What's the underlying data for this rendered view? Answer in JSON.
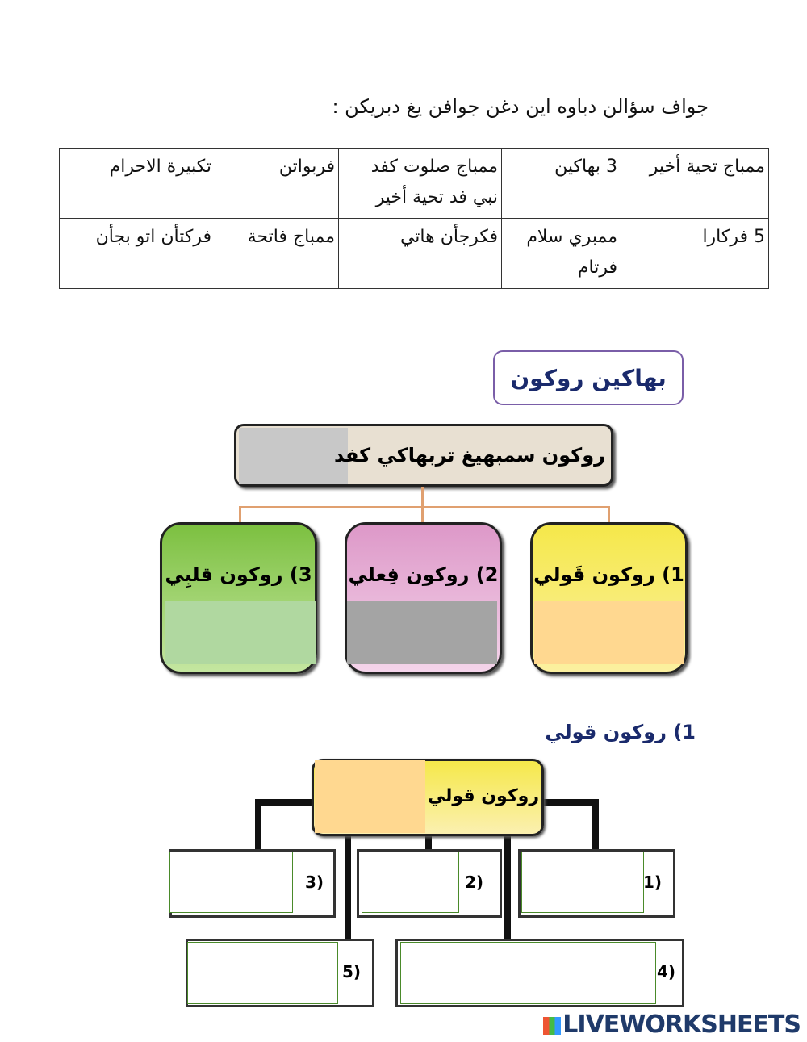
{
  "instruction": "جواف سؤالن دباوه اين دغن جوافن يغ دبريكن :",
  "table": {
    "rows": [
      [
        "ممباج تحية أخير",
        "3 بهاكين",
        "ممباج صلوت كفد نبي فد تحية أخير",
        "فربواتن",
        "تكبيرة الاحرام"
      ],
      [
        "5 فركارا",
        "ممبري سلام فرتام",
        "فكرجأن هاتي",
        "ممباج فاتحة",
        "فركتأن اتو بجأن"
      ]
    ]
  },
  "diagram1": {
    "title": "بهاكين روكون",
    "top": "روكون سمبهيغ تربهاكي كفد",
    "categories": [
      {
        "label": "1) روكون قَولي",
        "color": "#f5e84a"
      },
      {
        "label": "2) روكون فِعلي",
        "color": "#e3a0cf"
      },
      {
        "label": "3) روكون قلبِي",
        "color": "#8cc850"
      }
    ]
  },
  "diagram2": {
    "heading": "1)    روكون قولي",
    "top": "روكون قولي",
    "items": [
      "1)",
      "2)",
      "3)",
      "4)",
      "5)"
    ]
  },
  "branding": {
    "logo": "LIVEWORKSHEETS"
  }
}
